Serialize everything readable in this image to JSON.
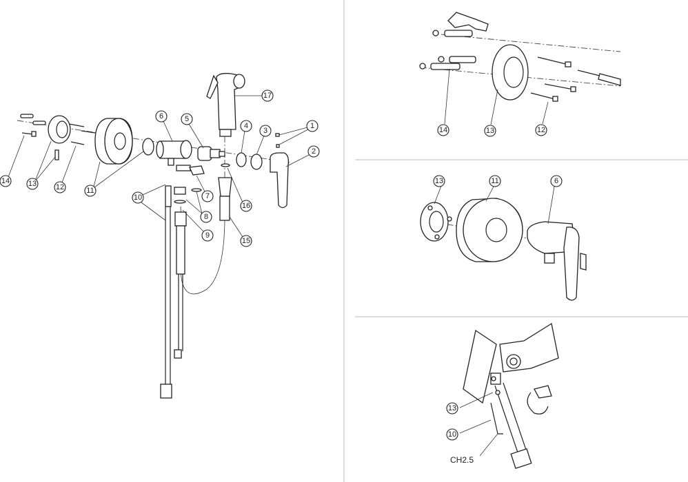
{
  "main_view": {
    "callouts": [
      "1",
      "2",
      "3",
      "4",
      "5",
      "6",
      "7",
      "8",
      "9",
      "10",
      "11",
      "12",
      "13",
      "14",
      "15",
      "16",
      "17"
    ]
  },
  "wall_mount_view": {
    "callouts": [
      "14",
      "13",
      "12"
    ]
  },
  "assembly_view": {
    "callouts": [
      "13",
      "11",
      "6"
    ]
  },
  "hose_install_view": {
    "callouts": [
      "13",
      "10"
    ],
    "tool_label": "CH2.5"
  },
  "colors": {
    "line": "#222222",
    "background": "#ffffff"
  }
}
